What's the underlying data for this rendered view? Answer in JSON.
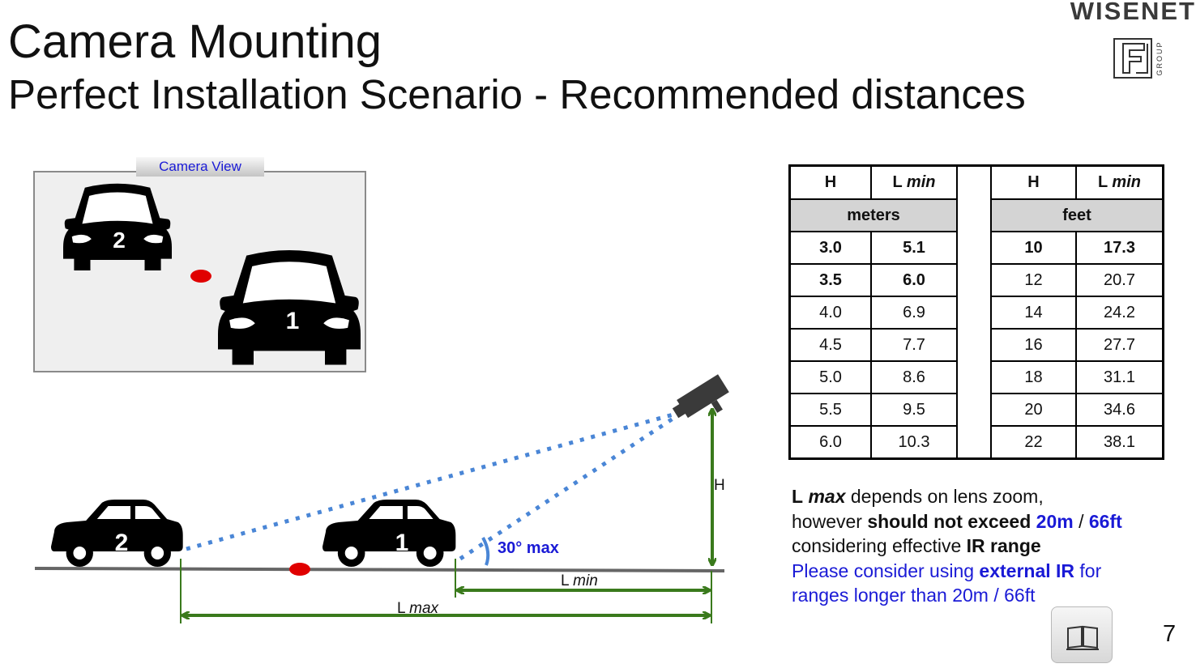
{
  "header": {
    "title": "Camera Mounting",
    "subtitle": "Perfect Installation Scenario - Recommended distances",
    "brand": "WISENET",
    "group_logo_text": "GROUP"
  },
  "camera_view": {
    "label": "Camera View",
    "car1_number": "1",
    "car2_number": "2"
  },
  "diagram": {
    "car1_number": "1",
    "car2_number": "2",
    "angle_label": "30° max",
    "h_label": "H",
    "lmin_prefix": "L",
    "lmin_italic": "min",
    "lmax_prefix": "L",
    "lmax_italic": "max"
  },
  "table": {
    "header": {
      "h": "H",
      "l": "L",
      "min": "min",
      "h2": "H",
      "l2": "L",
      "min2": "min"
    },
    "units": {
      "meters": "meters",
      "feet": "feet"
    },
    "rows": [
      {
        "h_m": "3.0",
        "l_m": "5.1",
        "h_ft": "10",
        "l_ft": "17.3"
      },
      {
        "h_m": "3.5",
        "l_m": "6.0",
        "h_ft": "12",
        "l_ft": "20.7"
      },
      {
        "h_m": "4.0",
        "l_m": "6.9",
        "h_ft": "14",
        "l_ft": "24.2"
      },
      {
        "h_m": "4.5",
        "l_m": "7.7",
        "h_ft": "16",
        "l_ft": "27.7"
      },
      {
        "h_m": "5.0",
        "l_m": "8.6",
        "h_ft": "18",
        "l_ft": "31.1"
      },
      {
        "h_m": "5.5",
        "l_m": "9.5",
        "h_ft": "20",
        "l_ft": "34.6"
      },
      {
        "h_m": "6.0",
        "l_m": "10.3",
        "h_ft": "22",
        "l_ft": "38.1"
      }
    ]
  },
  "note": {
    "l": "L",
    "max": "max",
    "line1_rest": " depends on lens zoom,",
    "line2_a": "however ",
    "line2_b": "should not exceed ",
    "line2_c": "20m",
    "line2_d": " / ",
    "line2_e": "66ft",
    "line3_a": "considering effective ",
    "line3_b": "IR range",
    "line4_a": "Please consider using ",
    "line4_b": "external IR",
    "line4_c": " for",
    "line5": "ranges longer than 20m / 66ft"
  },
  "footer": {
    "page_number": "7"
  },
  "colors": {
    "blue": "#1a1ad6",
    "green": "#3a7a1c",
    "dotted": "#4a86d6",
    "red": "#e00000"
  }
}
